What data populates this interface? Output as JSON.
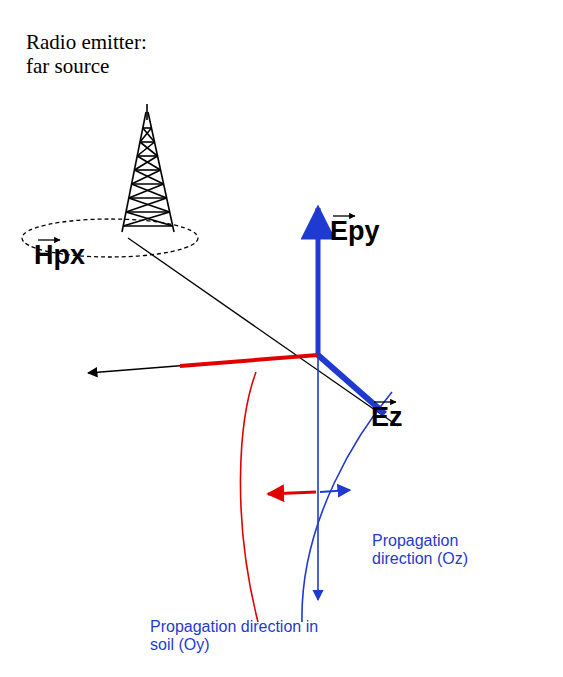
{
  "diagram": {
    "labels": [
      "Radio emitter: far source",
      "Hpx",
      "Epy",
      "Ez",
      "Propagation direction (Oz)",
      "Propagation direction in soil (Oy)"
    ]
  }
}
